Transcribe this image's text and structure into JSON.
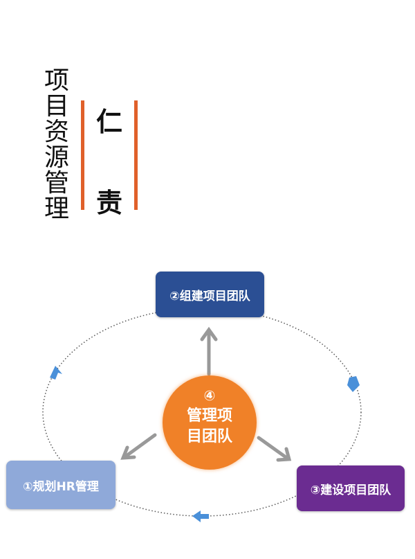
{
  "title": "项目资源管理",
  "keywords": [
    "仁",
    "责"
  ],
  "nodes": {
    "step1": "①规划HR管理",
    "step2": "②组建项目团队",
    "step3": "③建设项目团队",
    "center_num": "④",
    "center_line1": "管理项",
    "center_line2": "目团队"
  },
  "colors": {
    "accent": "#e0602a",
    "step1": "#8fa9d9",
    "step2": "#2b4f94",
    "step3": "#6b2c91",
    "center": "#f08128",
    "cycle_arrow": "#4a90d9"
  }
}
